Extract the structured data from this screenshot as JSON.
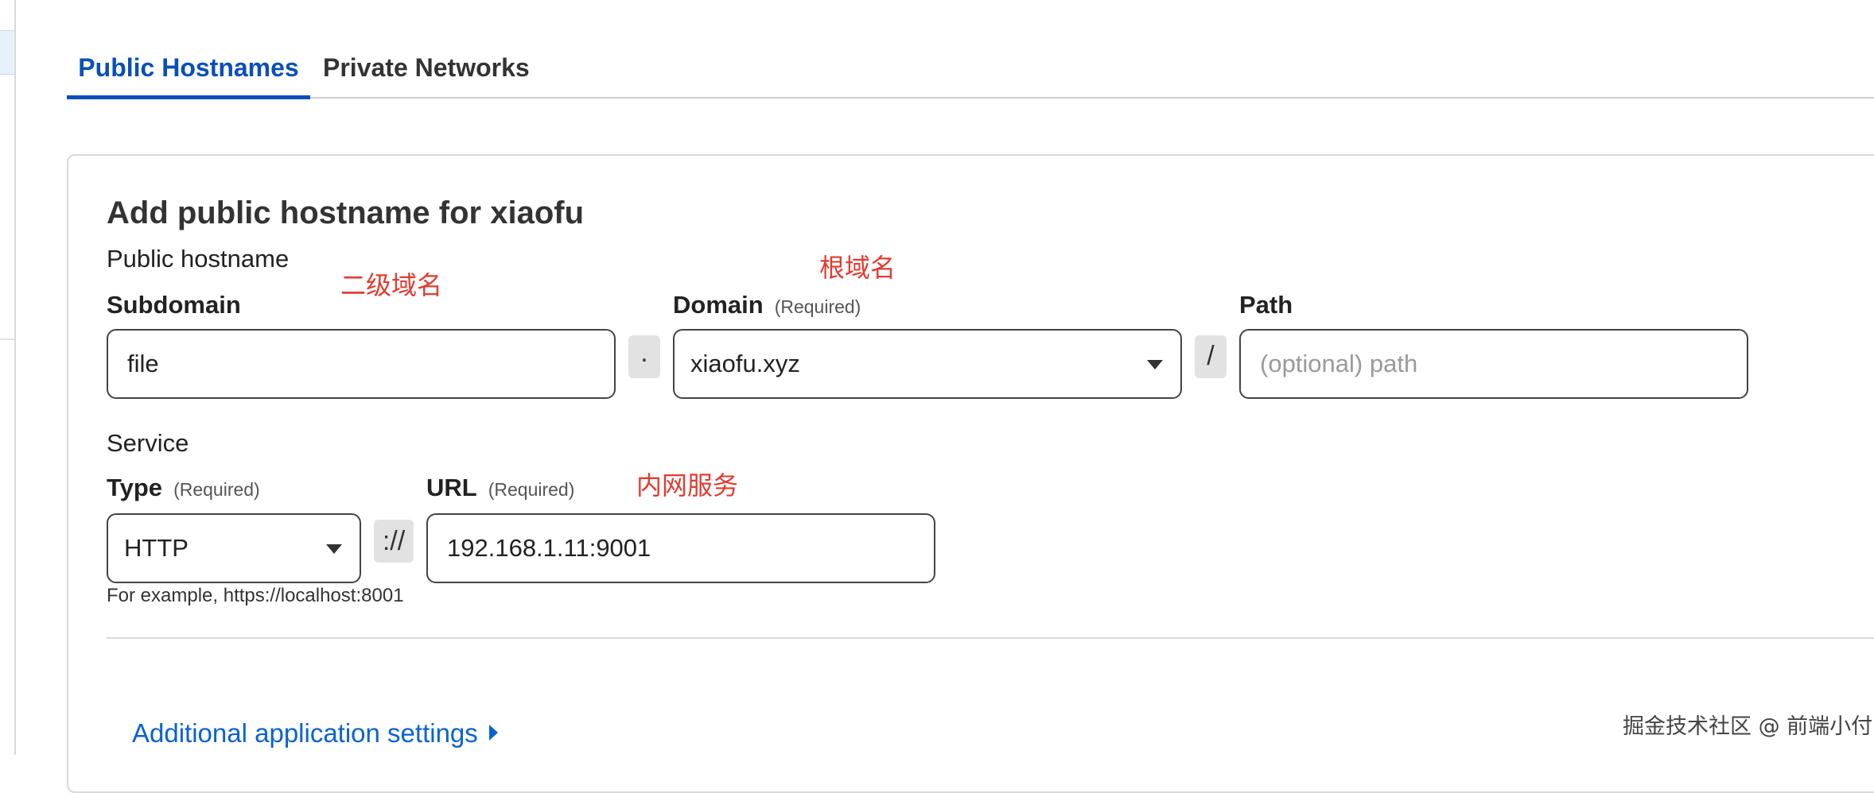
{
  "tabs": [
    {
      "label": "Public Hostnames",
      "active": true
    },
    {
      "label": "Private Networks",
      "active": false
    }
  ],
  "card": {
    "title": "Add public hostname for xiaofu",
    "public_hostname_label": "Public hostname",
    "subdomain": {
      "label": "Subdomain",
      "value": "file"
    },
    "dot_separator": ".",
    "domain": {
      "label": "Domain",
      "required": "(Required)",
      "value": "xiaofu.xyz"
    },
    "slash_separator": "/",
    "path": {
      "label": "Path",
      "placeholder": "(optional) path"
    },
    "service_label": "Service",
    "type": {
      "label": "Type",
      "required": "(Required)",
      "value": "HTTP"
    },
    "scheme_separator": "://",
    "url": {
      "label": "URL",
      "required": "(Required)",
      "value": "192.168.1.11:9001"
    },
    "example": "For example, https://localhost:8001",
    "additional_settings": "Additional application settings"
  },
  "annotations": {
    "subdomain_note": "二级域名",
    "domain_note": "根域名",
    "url_note": "内网服务"
  },
  "watermark": "掘金技术社区 @ 前端小付",
  "colors": {
    "accent": "#0a4fb8",
    "link": "#0a62d0",
    "annotation": "#e03c31"
  }
}
